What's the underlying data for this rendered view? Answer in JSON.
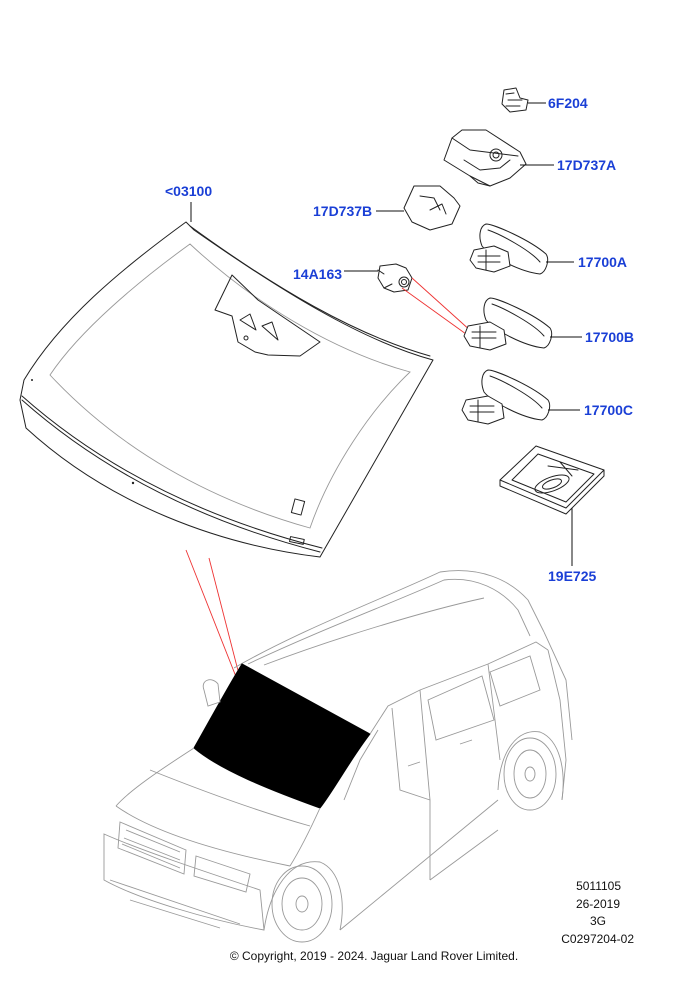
{
  "diagram": {
    "parts": [
      {
        "key": "windscreen",
        "label": "<03100"
      },
      {
        "key": "sensor_clip",
        "label": "6F204"
      },
      {
        "key": "mirror_cover_a",
        "label": "17D737A"
      },
      {
        "key": "mirror_cover_b",
        "label": "17D737B"
      },
      {
        "key": "bracket",
        "label": "14A163"
      },
      {
        "key": "mirror_a",
        "label": "17700A"
      },
      {
        "key": "mirror_b",
        "label": "17700B"
      },
      {
        "key": "mirror_c",
        "label": "17700C"
      },
      {
        "key": "adhesive_kit",
        "label": "19E725"
      }
    ],
    "reference": [
      "5011105",
      "26-2019",
      "3G",
      "C0297204-02"
    ],
    "copyright": "© Copyright, 2019 - 2024. Jaguar Land Rover Limited."
  }
}
